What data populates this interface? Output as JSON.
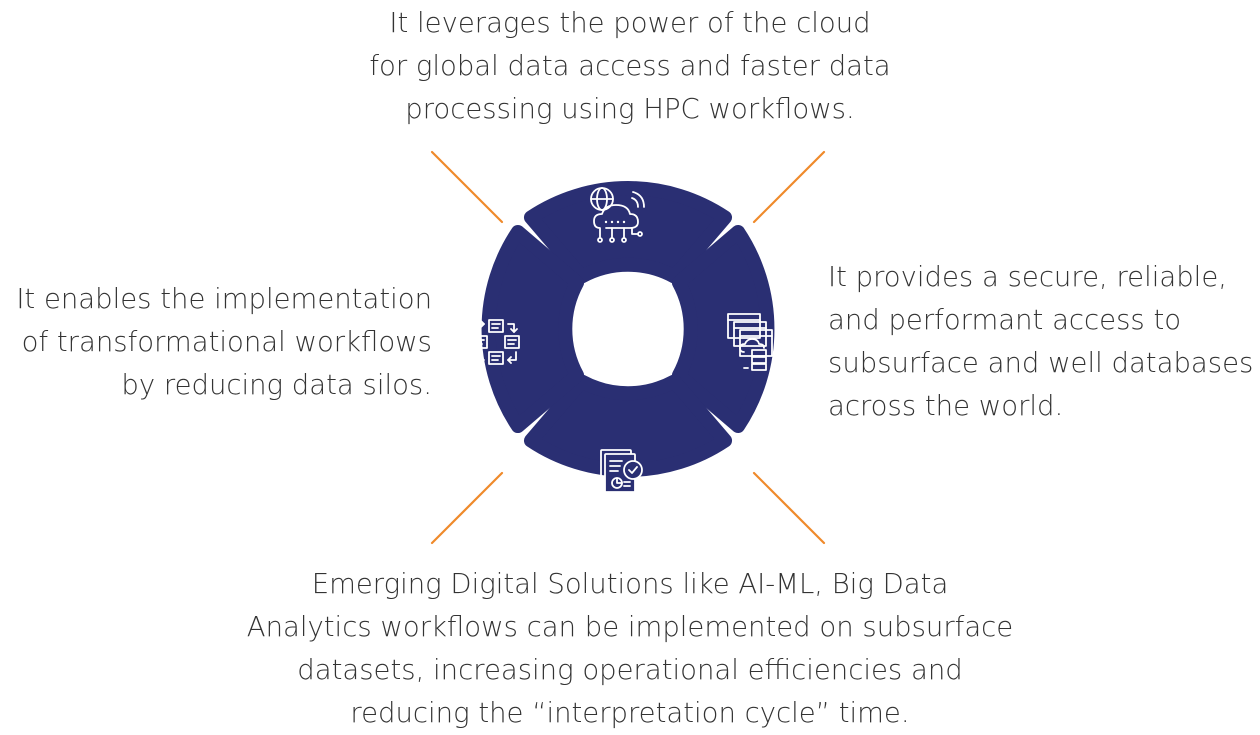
{
  "colors": {
    "segment": "#2a2f73",
    "connector": "#ef8a2b",
    "icon": "#ffffff",
    "text": "#333333"
  },
  "top": {
    "icon": "cloud-network-icon",
    "lines": [
      "It leverages the power of the cloud",
      "for global data access and faster data",
      "processing using HPC workflows."
    ]
  },
  "left": {
    "icon": "workflow-cycle-icon",
    "lines": [
      "It enables the implementation",
      "of transformational workflows",
      "by reducing data silos."
    ]
  },
  "right": {
    "icon": "cloud-database-icon",
    "lines": [
      "It provides a secure, reliable,",
      "and performant access to",
      "subsurface and well databases",
      "across the world."
    ]
  },
  "bottom": {
    "icon": "data-analysis-icon",
    "lines": [
      "Emerging Digital Solutions like AI-ML, Big Data",
      "Analytics workflows can be implemented on subsurface",
      "datasets, increasing operational efficiencies and",
      "reducing the “interpretation cycle” time."
    ]
  }
}
